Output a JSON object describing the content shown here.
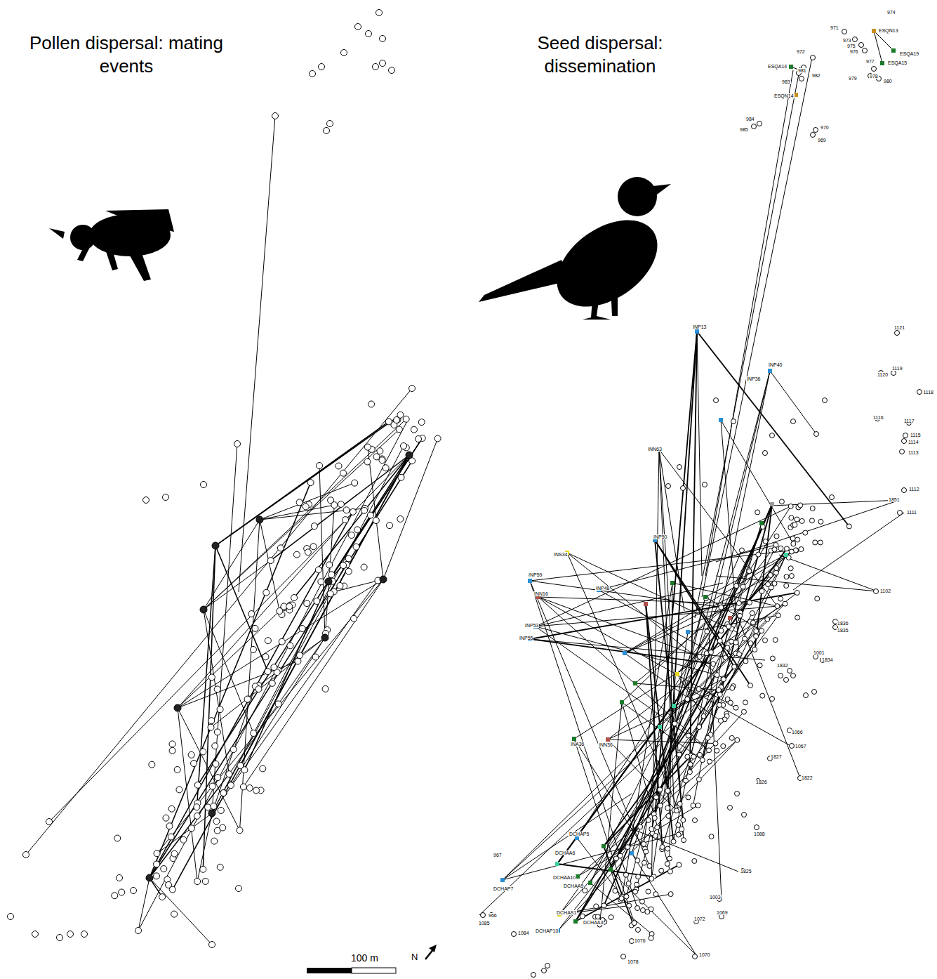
{
  "diagram": {
    "labels": [
      "Pollen dispersal: mating events",
      "Seed dispersal: dissemination",
      "100 m",
      "N",
      "974",
      "971",
      "973",
      "975",
      "976",
      "ESQN13",
      "ESQA19",
      "972",
      "ESQA14",
      "981",
      "982",
      "983",
      "ESQN14",
      "977",
      "ESQA15",
      "979",
      "978",
      "980",
      "984",
      "985",
      "970",
      "969",
      "INP13",
      "INP36",
      "INP40",
      "1121",
      "1120",
      "1119",
      "1118",
      "1117",
      "1116",
      "1115",
      "1114",
      "1113",
      "1112",
      "1111",
      "1851",
      "1102",
      "INN63",
      "INS34",
      "INP50",
      "INP59",
      "INP48",
      "INN16",
      "INP53",
      "INP55",
      "1836",
      "1835",
      "1001",
      "1834",
      "1832",
      "INA36",
      "INN36",
      "1822",
      "1066",
      "1067",
      "1827",
      "1826",
      "1825",
      "DCHAP5",
      "DCHAP7",
      "967",
      "DCHAA6",
      "DCHAA10",
      "DCHAA5",
      "DCHAS1",
      "DCHAP10",
      "DCHAA3",
      "1085",
      "966",
      "1084",
      "1070",
      "1078",
      "1076",
      "1072",
      "1069",
      "1088",
      "1003"
    ]
  }
}
